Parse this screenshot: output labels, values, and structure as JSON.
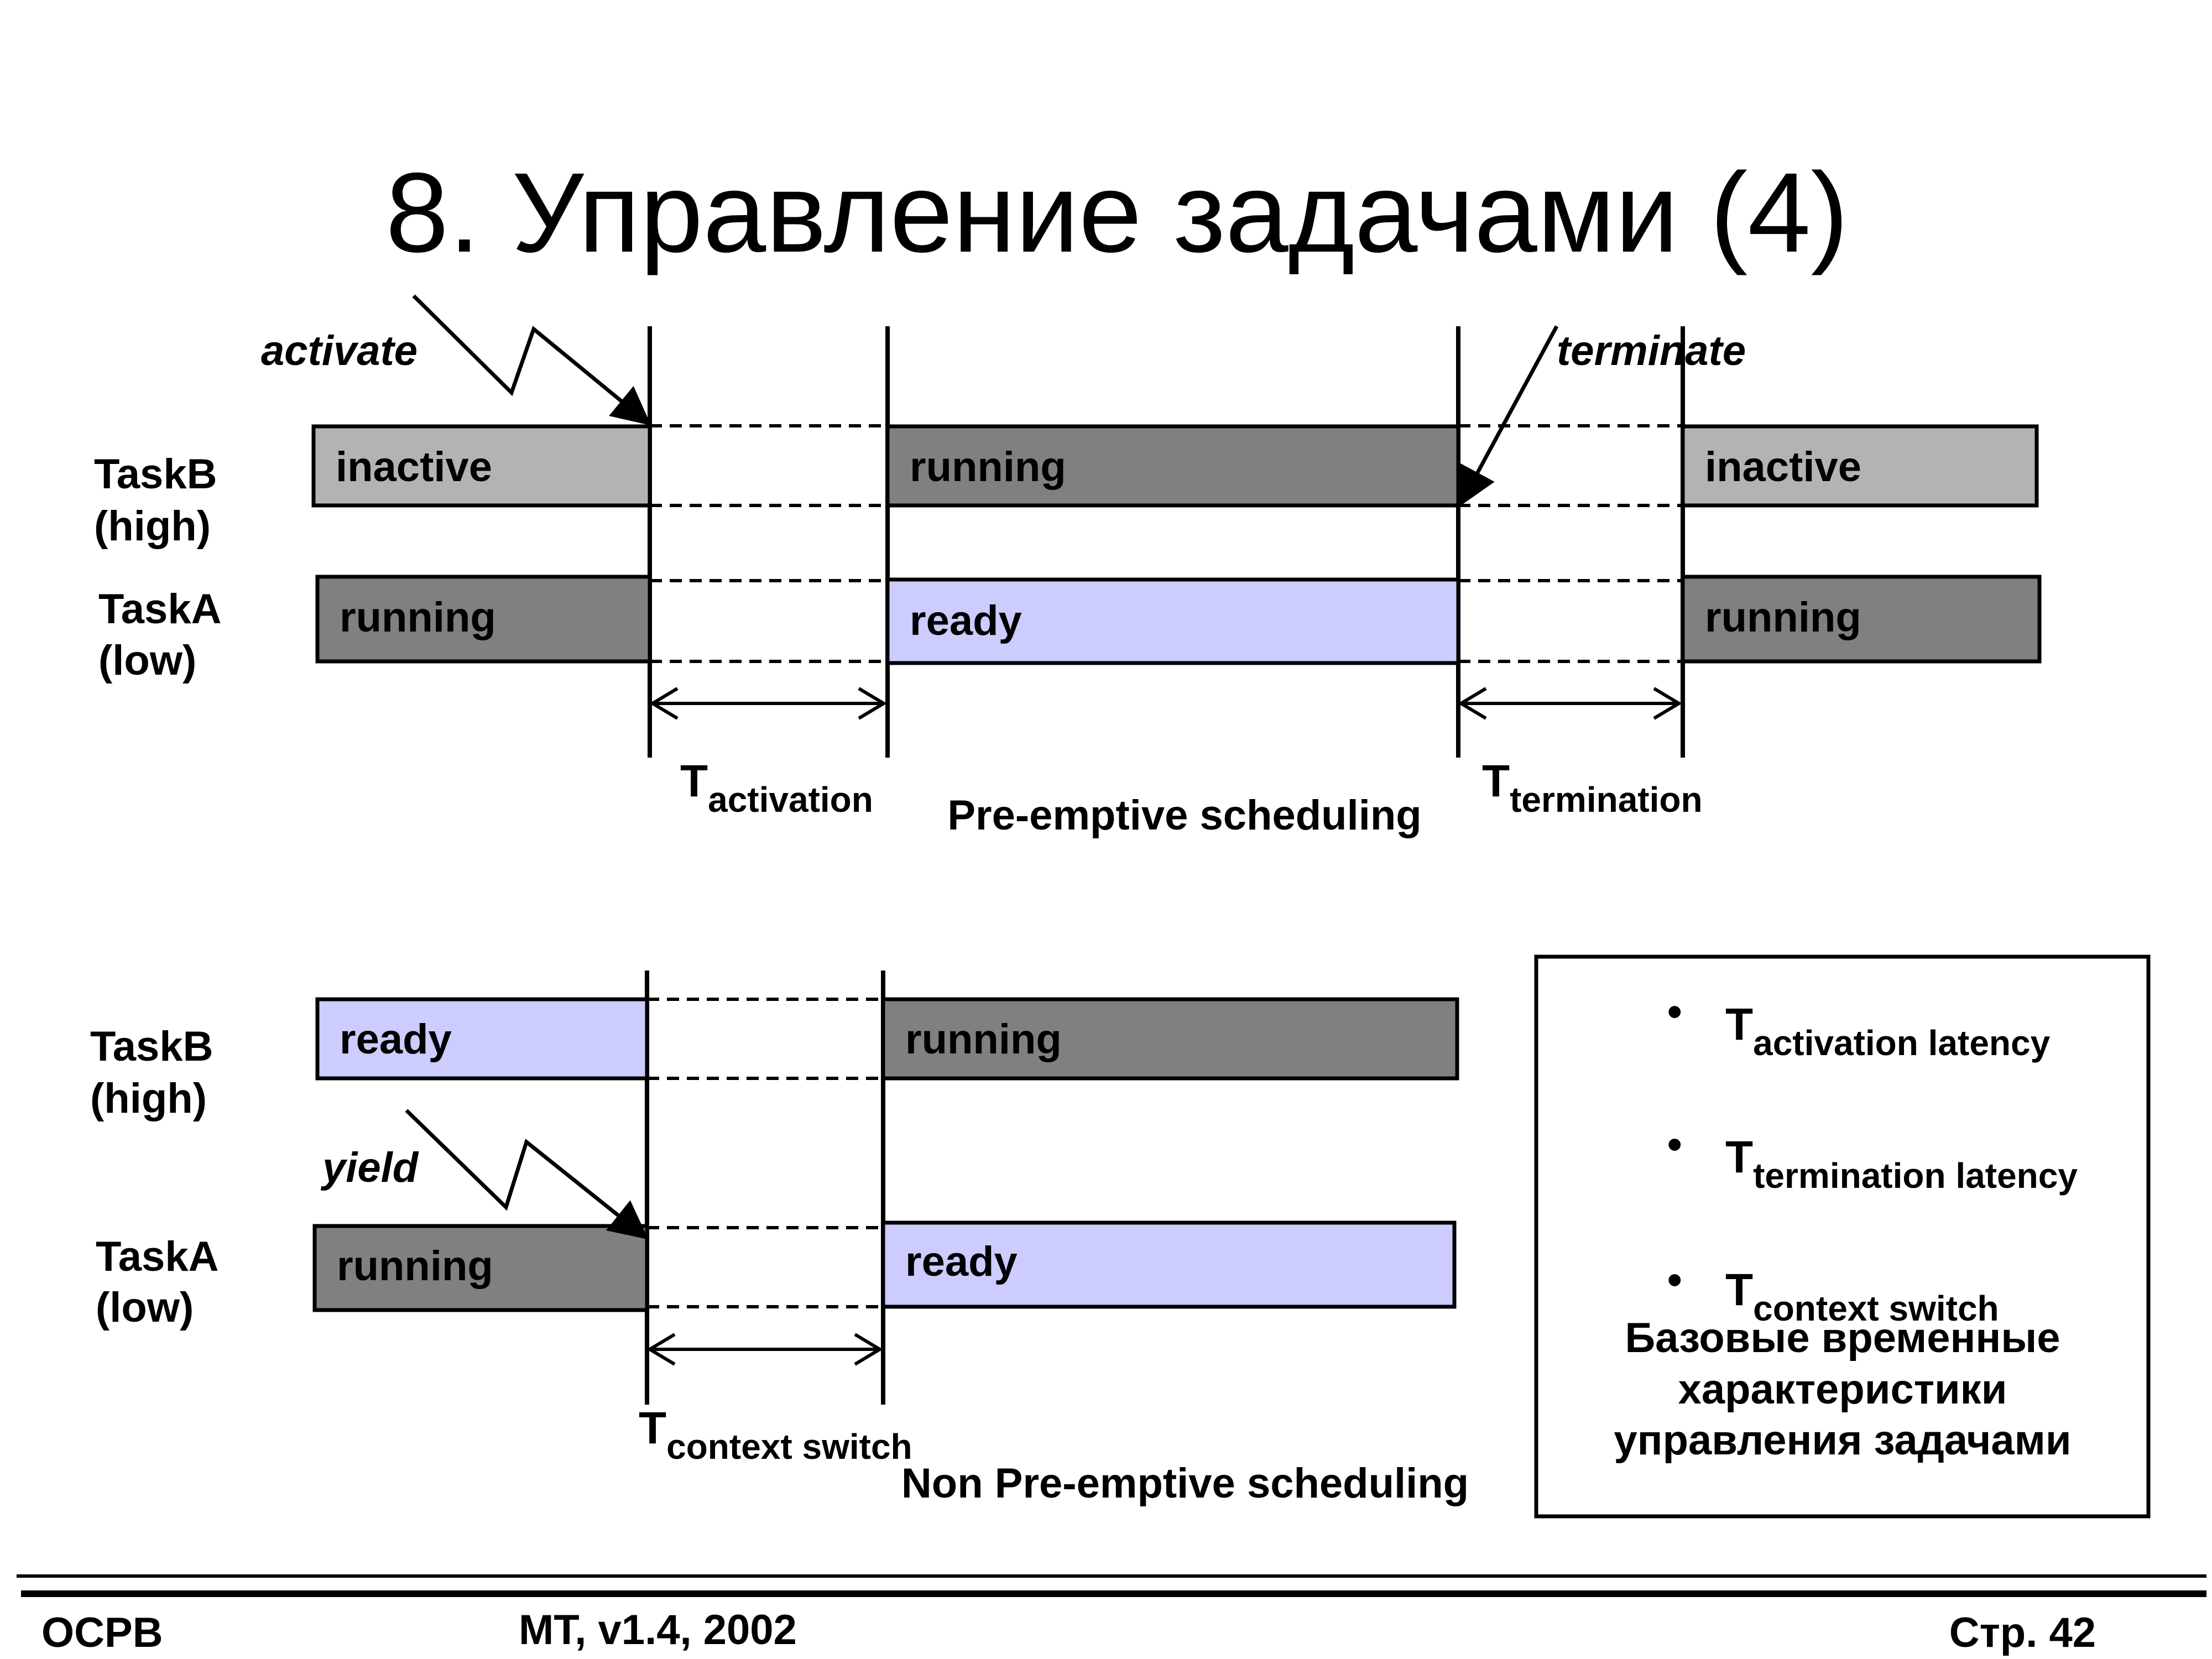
{
  "title": "8. Управление задачами (4)",
  "colors": {
    "inactive": "#b3b3b3",
    "running": "#808080",
    "ready": "#ccccff",
    "line": "#000000"
  },
  "top": {
    "events": {
      "activate": "activate",
      "terminate": "terminate"
    },
    "taskB": {
      "name": "TaskB",
      "prio": "(high)"
    },
    "taskA": {
      "name": "TaskA",
      "prio": "(low)"
    },
    "taskB_states": [
      "inactive",
      "running",
      "inactive"
    ],
    "taskA_states": [
      "running",
      "ready",
      "running"
    ],
    "t_activation": {
      "main": "T",
      "sub": "activation"
    },
    "t_termination": {
      "main": "T",
      "sub": "termination"
    },
    "caption": "Pre-emptive scheduling"
  },
  "bottom": {
    "events": {
      "yield": "yield"
    },
    "taskB": {
      "name": "TaskB",
      "prio": "(high)"
    },
    "taskA": {
      "name": "TaskA",
      "prio": "(low)"
    },
    "taskB_states": [
      "ready",
      "running"
    ],
    "taskA_states": [
      "running",
      "ready"
    ],
    "t_context": {
      "main": "T",
      "sub": "context switch"
    },
    "caption": "Non Pre-emptive scheduling"
  },
  "legend_box": {
    "bullet": "•",
    "items": [
      {
        "main": "T",
        "sub": "activation latency"
      },
      {
        "main": "T",
        "sub": "termination latency"
      },
      {
        "main": "T",
        "sub": "context switch"
      }
    ],
    "caption_lines": [
      "Базовые временные",
      "характеристики",
      "управления задачами"
    ]
  },
  "footer": {
    "left": "ОСРВ",
    "center": "MT, v1.4, 2002",
    "right": "Стр. 42"
  }
}
